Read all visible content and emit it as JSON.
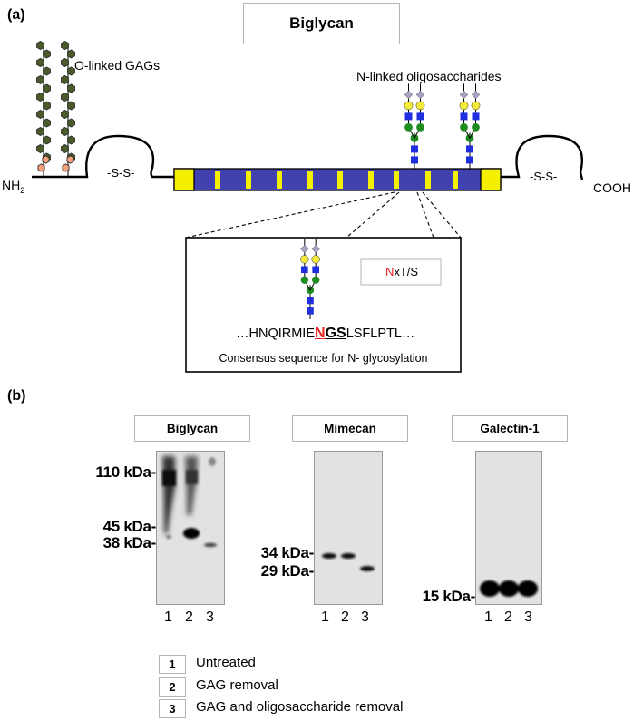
{
  "panel_a": {
    "label": "(a)",
    "title": "Biglycan",
    "gag_label": "O-linked GAGs",
    "nlinked_label": "N-linked oligosaccharides",
    "n_terminus": "NH",
    "n_terminus_sub": "2",
    "c_terminus": "COOH",
    "disulfide_left": "-S-S-",
    "disulfide_right": "-S-S-",
    "motif_prefix": "N",
    "motif_suffix": "xT/S",
    "sequence_before": "…HNQIRMIE",
    "sequence_n": "N",
    "sequence_gs": "GS",
    "sequence_after": "LSFLPTL…",
    "caption": "Consensus sequence for N- glycosylation",
    "colors": {
      "domain_blue": "#4142b0",
      "domain_yellow": "#f4f000",
      "gag_green": "#4a5a2a",
      "gag_link": "#f2a07b",
      "galactose_yellow": "#f4ea3a",
      "mannose_green": "#1e8c1e",
      "glcnac_blue": "#1f2fe0",
      "sialic_grey": "#a8a3c4",
      "motif_red": "#e8211e"
    }
  },
  "panel_b": {
    "label": "(b)",
    "blots": [
      {
        "title": "Biglycan",
        "markers": [
          "110 kDa-",
          "45 kDa-",
          "38 kDa-"
        ],
        "lanes": [
          "1",
          "2",
          "3"
        ]
      },
      {
        "title": "Mimecan",
        "markers": [
          "34 kDa-",
          "29 kDa-"
        ],
        "lanes": [
          "1",
          "2",
          "3"
        ]
      },
      {
        "title": "Galectin-1",
        "markers": [
          "15 kDa-"
        ],
        "lanes": [
          "1",
          "2",
          "3"
        ]
      }
    ],
    "legend": [
      {
        "num": "1",
        "text": "Untreated"
      },
      {
        "num": "2",
        "text": "GAG removal"
      },
      {
        "num": "3",
        "text": "GAG and oligosaccharide removal"
      }
    ]
  }
}
